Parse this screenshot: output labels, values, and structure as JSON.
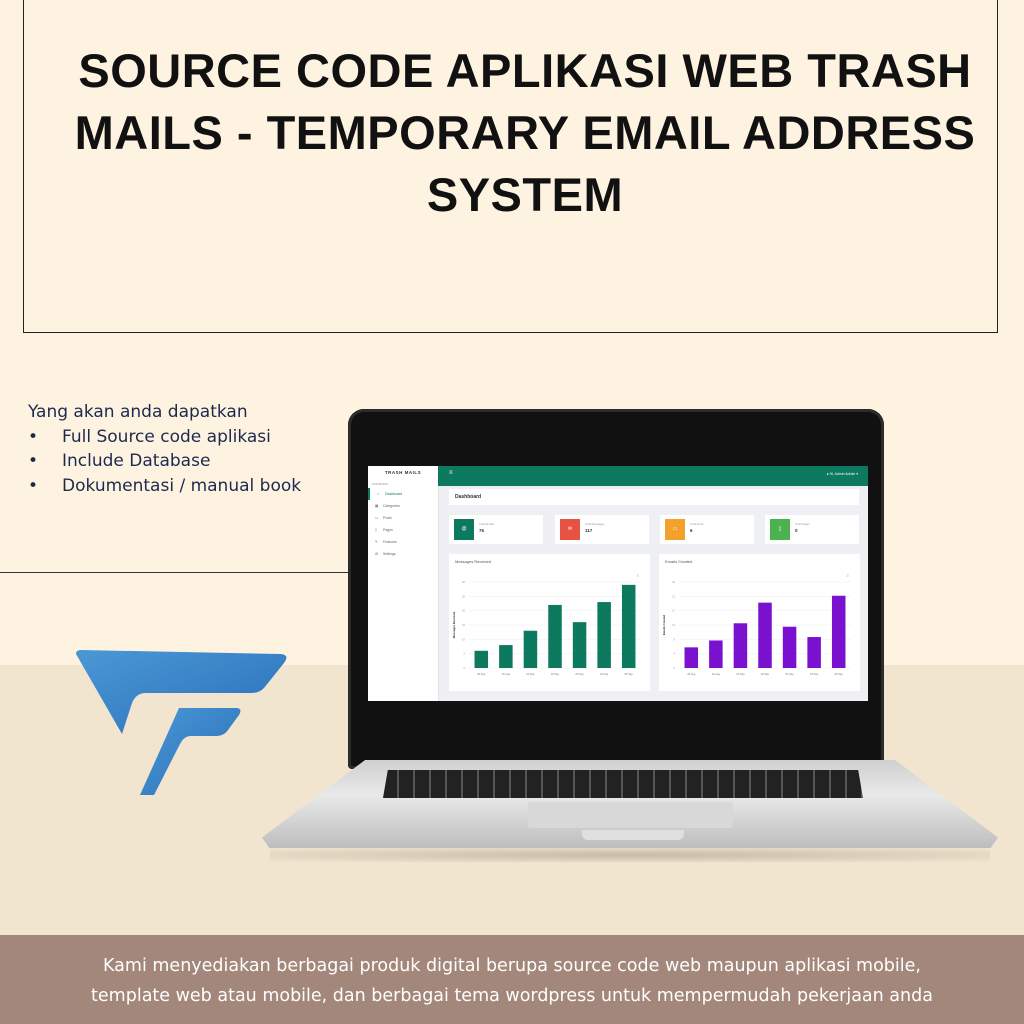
{
  "title": "SOURCE CODE APLIKASI WEB TRASH MAILS - TEMPORARY EMAIL ADDRESS SYSTEM",
  "features": {
    "heading": "Yang akan anda dapatkan",
    "items": [
      "Full Source  code aplikasi",
      "Include Database",
      "Dokumentasi / manual book"
    ]
  },
  "footer": {
    "line1": "Kami menyediakan berbagai produk digital berupa source code web maupun aplikasi mobile,",
    "line2": "template web atau mobile, dan berbagai tema wordpress untuk mempermudah pekerjaan anda"
  },
  "app": {
    "brand": "TRASH MAILS",
    "nav_heading": "DASHBOARD",
    "nav": [
      "Dashboard",
      "Categories",
      "Posts",
      "Pages",
      "Features",
      "Settings"
    ],
    "user": "Hi, Admin Admin",
    "page_title": "Dashboard",
    "stats": [
      {
        "label": "Total Emails",
        "value": "76",
        "color": "#0d7a5f",
        "icon": "at-icon"
      },
      {
        "label": "Total Messages",
        "value": "117",
        "color": "#e65345",
        "icon": "inbox-icon"
      },
      {
        "label": "Total Posts",
        "value": "6",
        "color": "#f3a12b",
        "icon": "post-icon"
      },
      {
        "label": "Total Pages",
        "value": "0",
        "color": "#4bb250",
        "icon": "page-icon"
      }
    ]
  },
  "chart_data": [
    {
      "type": "bar",
      "title": "Messages Received",
      "ylabel": "Messages Received",
      "categories": [
        "30 Aug",
        "31 Aug",
        "01 Sep",
        "02 Sep",
        "03 Sep",
        "04 Sep",
        "05 Sep"
      ],
      "values": [
        6,
        8,
        13,
        22,
        16,
        23,
        29
      ],
      "ylim": [
        0,
        30
      ],
      "color": "#0d7a5f"
    },
    {
      "type": "bar",
      "title": "Emails Created",
      "ylabel": "Emails Created",
      "categories": [
        "30 Aug",
        "31 Aug",
        "01 Sep",
        "02 Sep",
        "03 Sep",
        "04 Sep",
        "05 Sep"
      ],
      "values": [
        6,
        8,
        13,
        19,
        12,
        9,
        21
      ],
      "ylim": [
        0,
        25
      ],
      "color": "#7a11cf"
    }
  ]
}
